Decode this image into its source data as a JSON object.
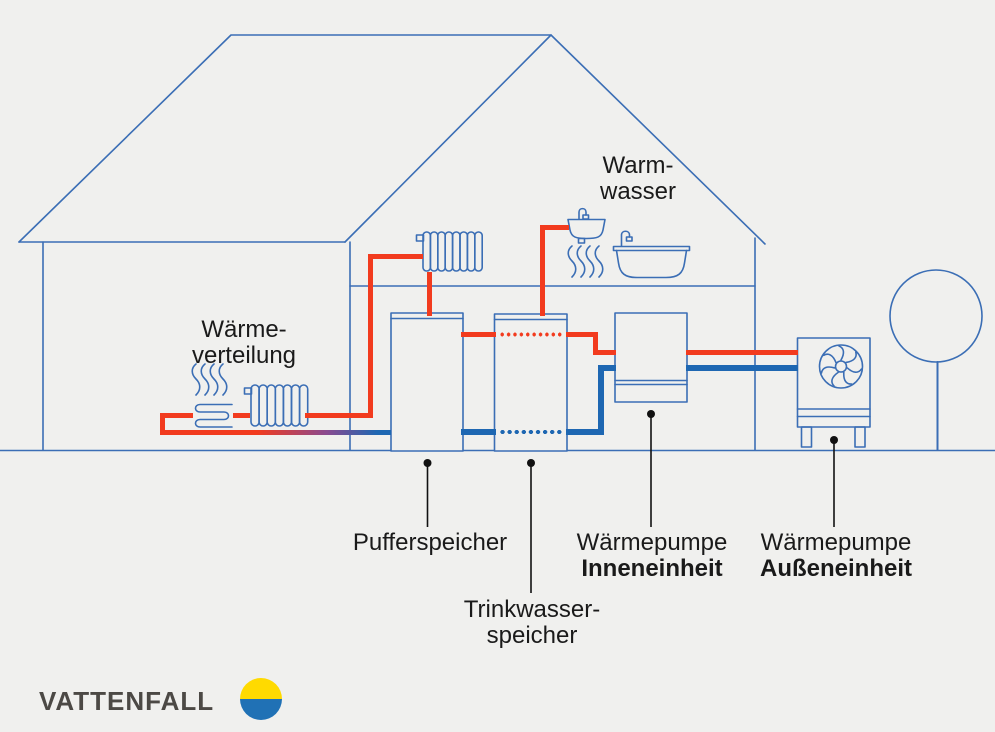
{
  "diagram": {
    "subject": "heat-pump-home-heating-system",
    "labels": {
      "heat_distribution": {
        "line1": "Wärme-",
        "line2": "verteilung"
      },
      "hot_water": {
        "line1": "Warm-",
        "line2": "wasser"
      },
      "buffer_tank": {
        "text": "Pufferspeicher"
      },
      "dhw_tank": {
        "line1": "Trinkwasser-",
        "line2": "speicher"
      },
      "heat_pump_indoor": {
        "line1": "Wärmepumpe",
        "line2": "Inneneinheit"
      },
      "heat_pump_outdoor": {
        "line1": "Wärmepumpe",
        "line2": "Außeneinheit"
      }
    },
    "icons": {
      "house": "house-outline",
      "tree": "tree-icon",
      "radiator_upper": "radiator-icon",
      "radiator_ground": "radiator-icon",
      "underfloor": "underfloor-heating-coil-icon",
      "steam": "steam-waves-icon",
      "washbasin": "washbasin-icon",
      "bathtub": "bathtub-icon",
      "fan": "fan-icon"
    },
    "colors": {
      "background": "#F0F0EE",
      "outline_blue": "#3B6EB5",
      "pipe_hot_red": "#F23B1E",
      "pipe_cold_blue": "#1E67B2",
      "label_text": "#1A1A1A",
      "leader_black": "#111111",
      "logo_text": "#4C4945",
      "logo_yellow": "#FFDA00",
      "logo_blue": "#2071B5"
    }
  },
  "logo": {
    "wordmark": "VATTENFALL"
  }
}
